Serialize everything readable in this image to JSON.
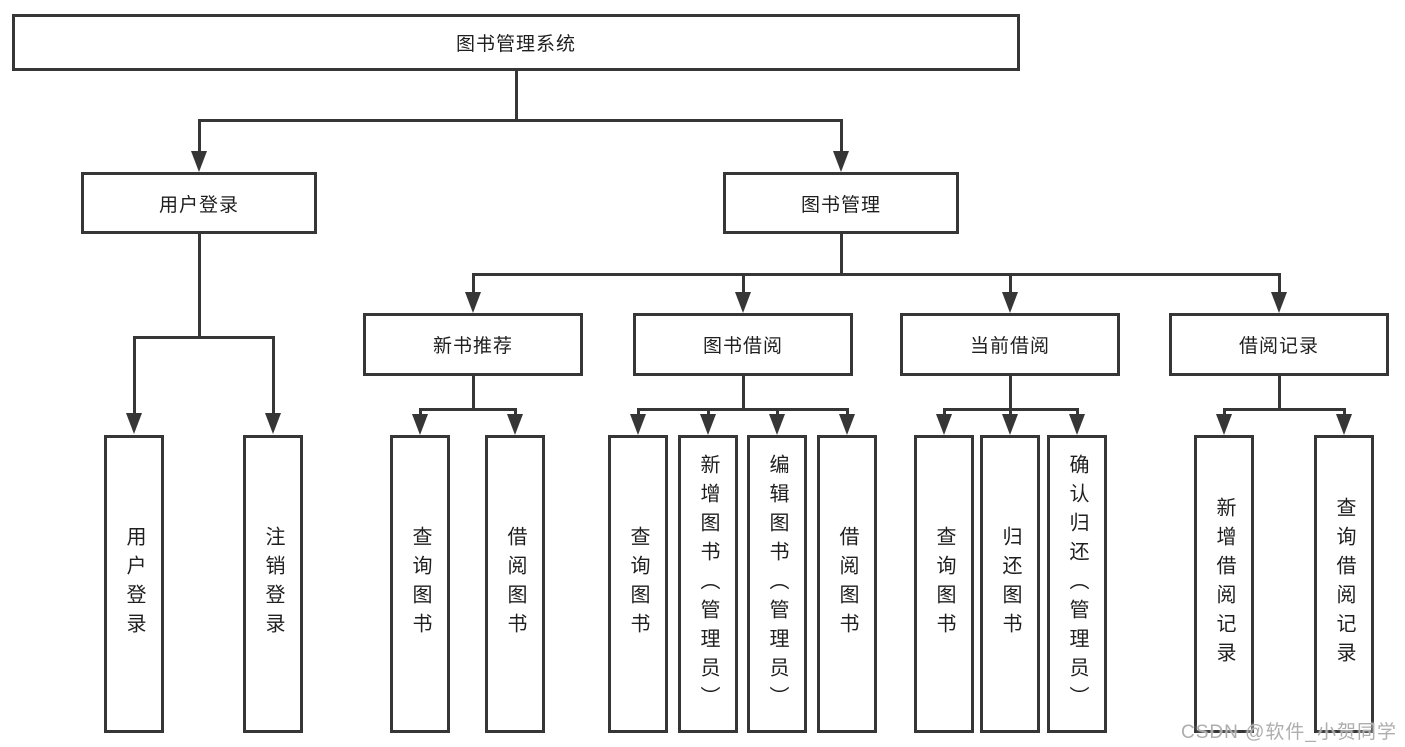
{
  "title": {
    "label": "图书管理系统"
  },
  "level2": [
    {
      "label": "用户登录"
    },
    {
      "label": "图书管理"
    }
  ],
  "level3": [
    {
      "label": "新书推荐"
    },
    {
      "label": "图书借阅"
    },
    {
      "label": "当前借阅"
    },
    {
      "label": "借阅记录"
    }
  ],
  "leaves": [
    {
      "label": "用户登录"
    },
    {
      "label": "注销登录"
    },
    {
      "label": "查询图书"
    },
    {
      "label": "借阅图书"
    },
    {
      "label": "查询图书"
    },
    {
      "label": "新增图书（管理员）"
    },
    {
      "label": "编辑图书（管理员）"
    },
    {
      "label": "借阅图书"
    },
    {
      "label": "查询图书"
    },
    {
      "label": "归还图书"
    },
    {
      "label": "确认归还（管理员）"
    },
    {
      "label": "新增借阅记录"
    },
    {
      "label": "查询借阅记录"
    }
  ],
  "watermark": {
    "text": "CSDN @软件_小贺同学"
  },
  "colors": {
    "line": "#363636",
    "box_border": "#363636",
    "text": "#1f1f1f",
    "background": "#ffffff",
    "watermark": "#aeaeae"
  }
}
